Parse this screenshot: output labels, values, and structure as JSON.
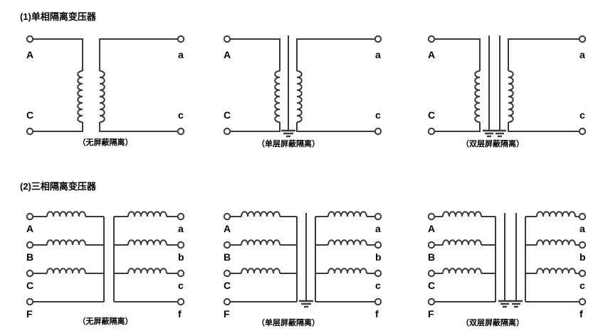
{
  "sections": [
    {
      "id": "single-phase",
      "title": "(1)单相隔离变压器",
      "diagrams": [
        {
          "id": "sp-no-shield",
          "caption": "（无屏蔽隔离）",
          "shield_layers": 0,
          "primary_terminals": [
            "A",
            "C"
          ],
          "secondary_terminals": [
            "a",
            "c"
          ]
        },
        {
          "id": "sp-single-shield",
          "caption": "（单层屏蔽隔离）",
          "shield_layers": 1,
          "primary_terminals": [
            "A",
            "C"
          ],
          "secondary_terminals": [
            "a",
            "c"
          ]
        },
        {
          "id": "sp-double-shield",
          "caption": "（双层屏蔽隔离）",
          "shield_layers": 2,
          "primary_terminals": [
            "A",
            "C"
          ],
          "secondary_terminals": [
            "a",
            "c"
          ]
        }
      ]
    },
    {
      "id": "three-phase",
      "title": "(2)三相隔离变压器",
      "diagrams": [
        {
          "id": "tp-no-shield",
          "caption": "（无屏蔽隔离）",
          "shield_layers": 0,
          "primary_terminals": [
            "A",
            "B",
            "C",
            "F"
          ],
          "secondary_terminals": [
            "a",
            "b",
            "c",
            "f"
          ]
        },
        {
          "id": "tp-single-shield",
          "caption": "（单层屏蔽隔离）",
          "shield_layers": 1,
          "primary_terminals": [
            "A",
            "B",
            "C",
            "F"
          ],
          "secondary_terminals": [
            "a",
            "b",
            "c",
            "f"
          ]
        },
        {
          "id": "tp-double-shield",
          "caption": "（双层屏蔽隔离）",
          "shield_layers": 2,
          "primary_terminals": [
            "A",
            "B",
            "C",
            "F"
          ],
          "secondary_terminals": [
            "a",
            "b",
            "c",
            "f"
          ]
        }
      ]
    }
  ],
  "style": {
    "line_color": "#3a3a3a",
    "text_color": "#000000",
    "background": "#ffffff"
  }
}
